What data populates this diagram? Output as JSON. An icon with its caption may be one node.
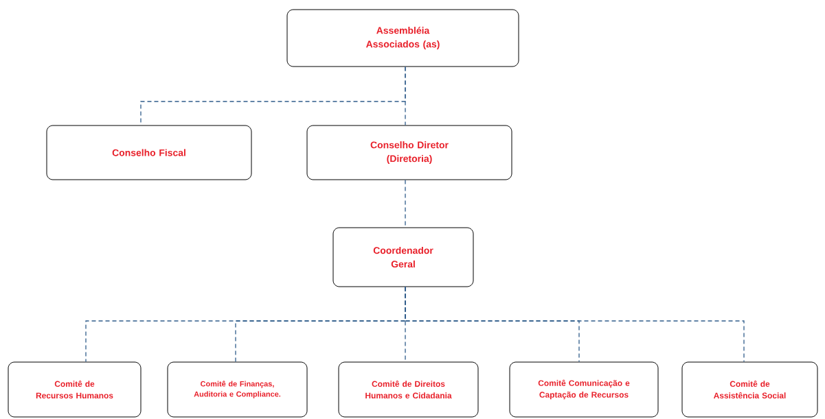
{
  "diagram": {
    "nodes": [
      {
        "text": [
          "Assembléia Associados (as)"
        ]
      },
      {
        "text": [
          "Conselho Fiscal"
        ]
      },
      {
        "text": [
          "Conselho Diretor (Diretoria)"
        ]
      },
      {
        "text": [
          "Coordenador Geral"
        ]
      },
      {
        "text": [
          "Comitê de Recursos Humanos"
        ]
      },
      {
        "text": [
          "Comitê de Finanças, Auditoria e Compliance."
        ]
      },
      {
        "text": [
          "Comitê de Direitos Humanos e Cidadania"
        ]
      },
      {
        "text": [
          "Comitê Comunicação e Captação de Recursos"
        ]
      },
      {
        "text": [
          "Comitê de Assistência Social"
        ]
      }
    ],
    "edges": [
      {
        "from": 0,
        "to": 1,
        "arrow": "none",
        "style": "dashed"
      },
      {
        "from": 0,
        "to": 2,
        "arrow": "none",
        "style": "dashed"
      },
      {
        "from": 2,
        "to": 3,
        "arrow": "none",
        "style": "dashed"
      },
      {
        "from": 3,
        "to": 4,
        "arrow": "none",
        "style": "dashed"
      },
      {
        "from": 3,
        "to": 5,
        "arrow": "none",
        "style": "dashed"
      },
      {
        "from": 3,
        "to": 6,
        "arrow": "none",
        "style": "dashed"
      },
      {
        "from": 3,
        "to": 7,
        "arrow": "none",
        "style": "dashed"
      },
      {
        "from": 3,
        "to": 8,
        "arrow": "none",
        "style": "dashed"
      }
    ]
  }
}
